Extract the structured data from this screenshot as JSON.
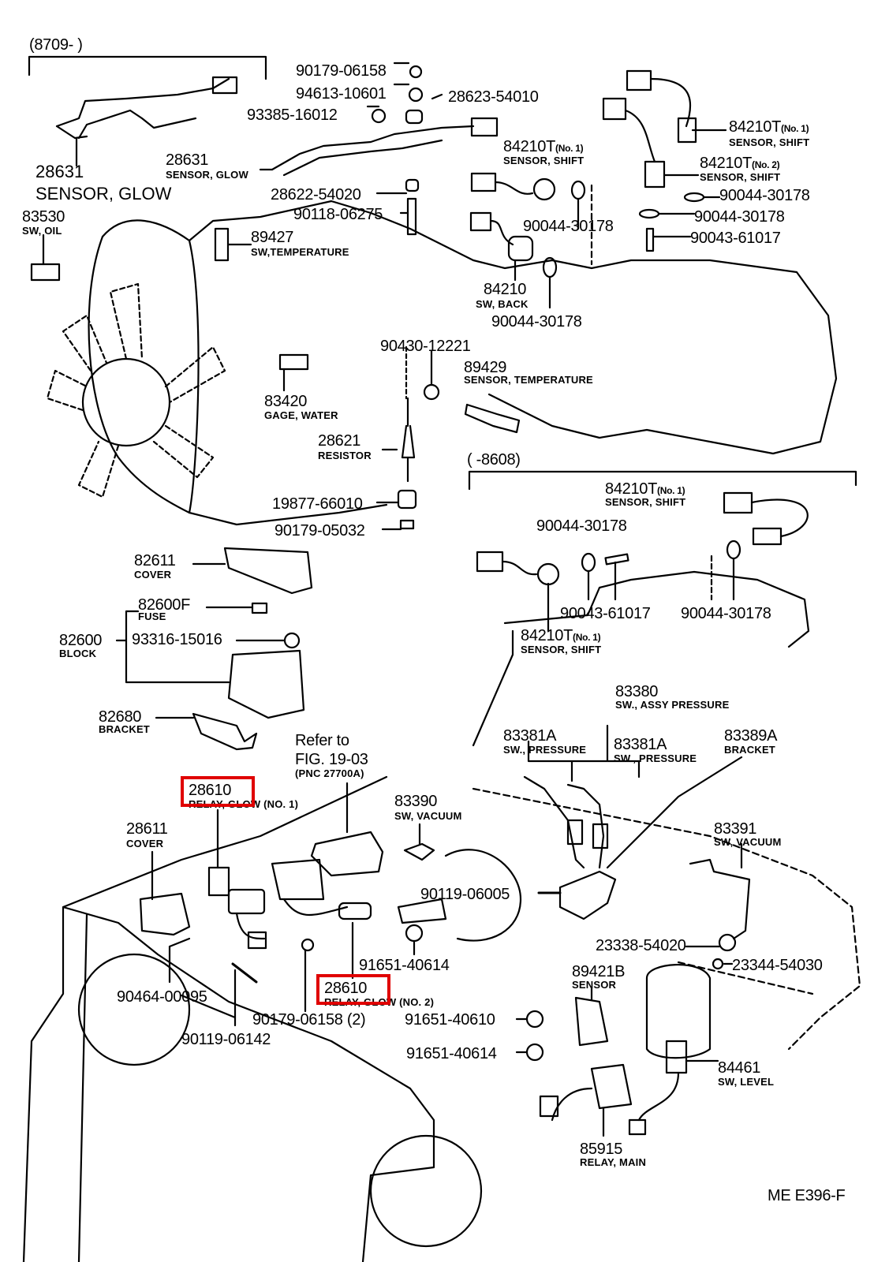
{
  "figure_code": "ME E396-F",
  "highlight_color": "#e00000",
  "groups": {
    "from_8709": "(8709-          )",
    "until_8608": "(          -8608)"
  },
  "parts": {
    "p90179_06158_top": "90179-06158",
    "p94613_10601": "94613-10601",
    "p93385_16012": "93385-16012",
    "p28623_54010": "28623-54010",
    "p28631_a": {
      "number": "28631",
      "name": "SENSOR, GLOW"
    },
    "p28631_b": {
      "number": "28631",
      "name": "SENSOR, GLOW"
    },
    "p28622_54020": "28622-54020",
    "p90118_06275": "90118-06275",
    "p83530": {
      "number": "83530",
      "name": "SW, OIL"
    },
    "p89427": {
      "number": "89427",
      "name": "SW,TEMPERATURE"
    },
    "p84210T_a": {
      "number": "84210T",
      "suffix": "(No. 1)",
      "name": "SENSOR, SHIFT"
    },
    "p84210T_b": {
      "number": "84210T",
      "suffix": "(No. 1)",
      "name": "SENSOR, SHIFT"
    },
    "p84210T_c": {
      "number": "84210T",
      "suffix": "(No. 2)",
      "name": "SENSOR, SHIFT"
    },
    "p90044_30178_a": "90044-30178",
    "p90044_30178_b": "90044-30178",
    "p90043_61017_a": "90043-61017",
    "p90044_30178_c": "90044-30178",
    "p84210": {
      "number": "84210",
      "name": "SW, BACK"
    },
    "p90044_30178_d": "90044-30178",
    "p90430_12221": "90430-12221",
    "p89429": {
      "number": "89429",
      "name": "SENSOR, TEMPERATURE"
    },
    "p83420": {
      "number": "83420",
      "name": "GAGE, WATER"
    },
    "p28621": {
      "number": "28621",
      "name": "RESISTOR"
    },
    "p19877_66010": "19877-66010",
    "p90179_05032": "90179-05032",
    "p84210T_d": {
      "number": "84210T",
      "suffix": "(No. 1)",
      "name": "SENSOR, SHIFT"
    },
    "p90044_30178_e": "90044-30178",
    "p82611": {
      "number": "82611",
      "name": "COVER"
    },
    "p82600F": {
      "number": "82600F",
      "name": "FUSE"
    },
    "p82600": {
      "number": "82600",
      "name": "BLOCK"
    },
    "p93316_15016": "93316-15016",
    "p90043_61017_b": "90043-61017",
    "p90044_30178_f": "90044-30178",
    "p84210T_e": {
      "number": "84210T",
      "suffix": "(No. 1)",
      "name": "SENSOR, SHIFT"
    },
    "p82680": {
      "number": "82680",
      "name": "BRACKET"
    },
    "p83380": {
      "number": "83380",
      "name": "SW., ASSY PRESSURE"
    },
    "refer": {
      "line1": "Refer to",
      "line2": "FIG. 19-03",
      "line3": "(PNC 27700A)"
    },
    "p83381A_a": {
      "number": "83381A",
      "name": "SW., PRESSURE"
    },
    "p83381A_b": {
      "number": "83381A",
      "name": "SW., PRESSURE"
    },
    "p83389A": {
      "number": "83389A",
      "name": "BRACKET"
    },
    "p28610_a": {
      "number": "28610",
      "name": "RELAY, GLOW (NO. 1)"
    },
    "p83390": {
      "number": "83390",
      "name": "SW, VACUUM"
    },
    "p28611": {
      "number": "28611",
      "name": "COVER"
    },
    "p83391": {
      "number": "83391",
      "name": "SW, VACUUM"
    },
    "p90119_06005": "90119-06005",
    "p23338_54020": "23338-54020",
    "p23344_54030": "23344-54030",
    "p91651_40614_a": "91651-40614",
    "p89421B": {
      "number": "89421B",
      "name": "SENSOR"
    },
    "p28610_b": {
      "number": "28610",
      "name": "RELAY, GLOW (NO. 2)"
    },
    "p90464_00095": "90464-00095",
    "p90179_06158_b": "90179-06158 (2)",
    "p91651_40610": "91651-40610",
    "p90119_06142": "90119-06142",
    "p91651_40614_b": "91651-40614",
    "p84461": {
      "number": "84461",
      "name": "SW, LEVEL"
    },
    "p85915": {
      "number": "85915",
      "name": "RELAY, MAIN"
    }
  }
}
